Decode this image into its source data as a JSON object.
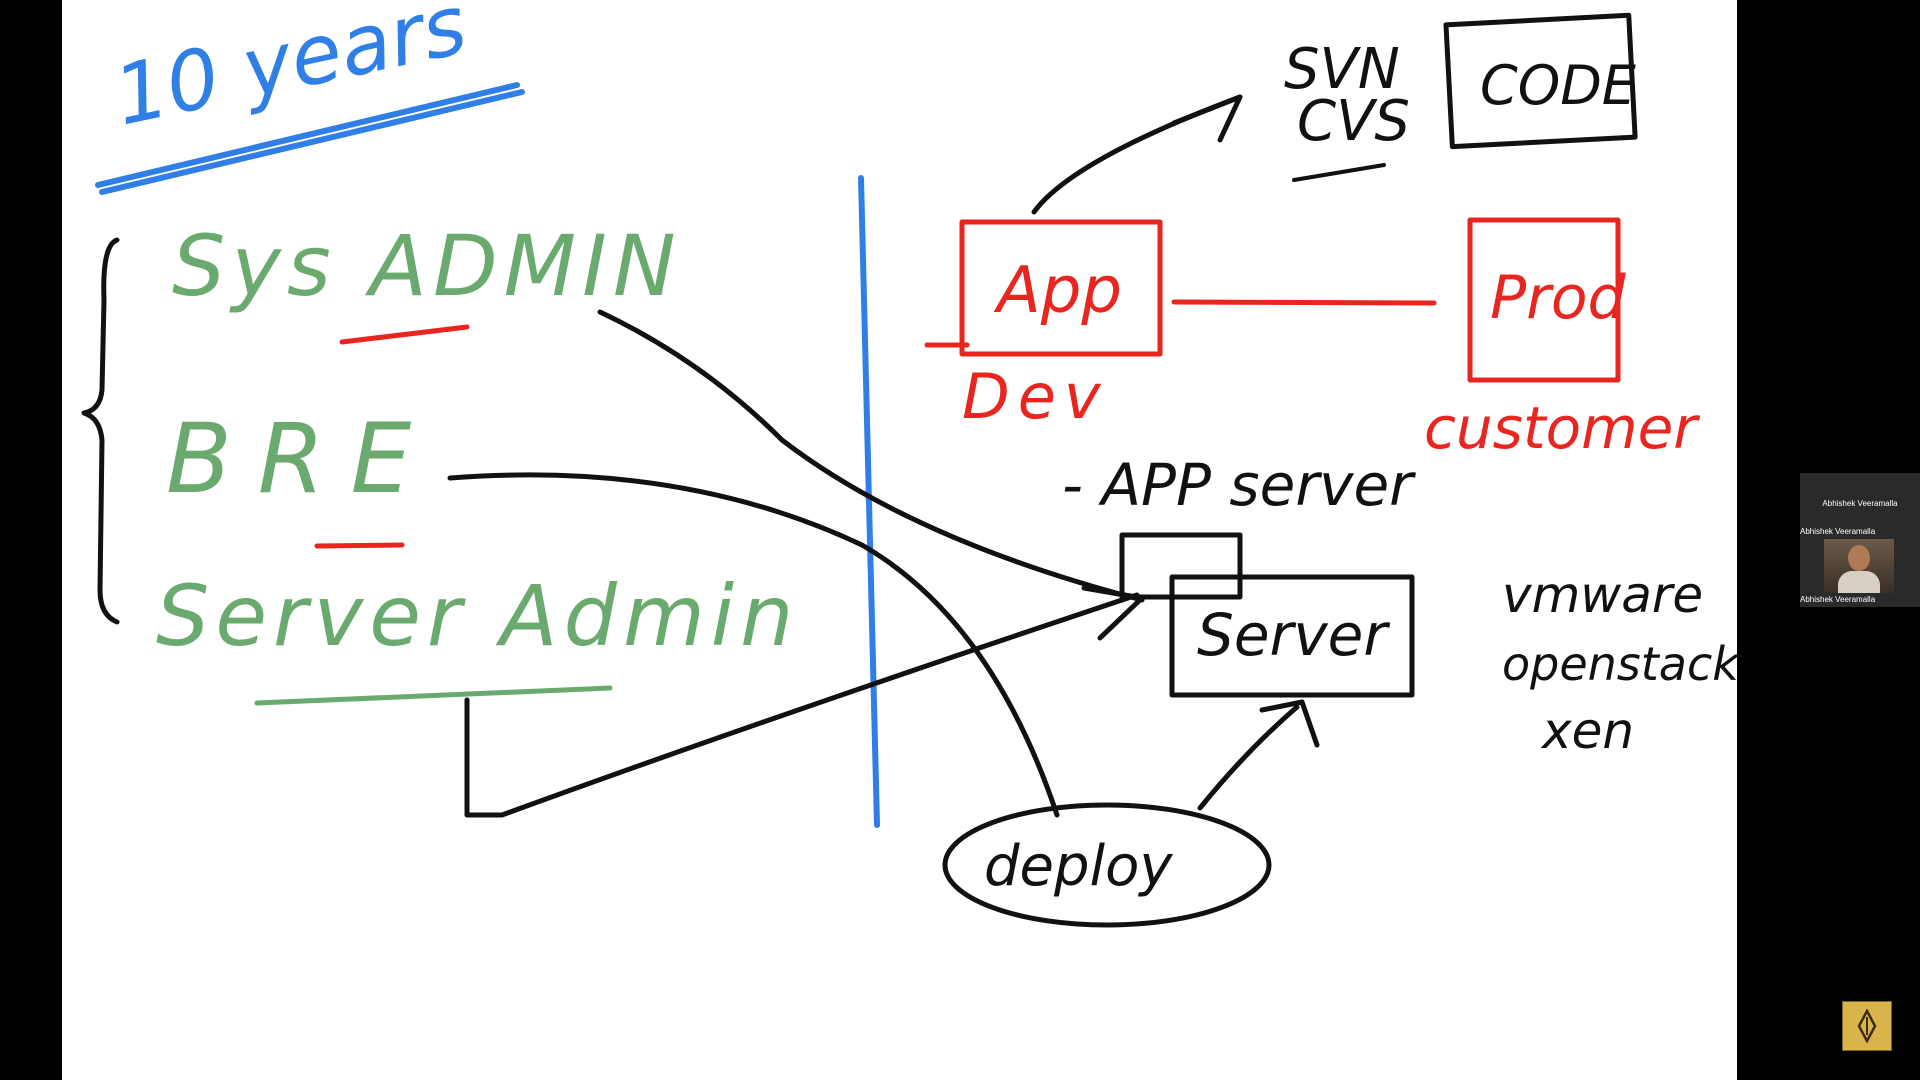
{
  "whiteboard": {
    "title": "10 years",
    "roles": [
      "Sys ADMIN",
      "BRE",
      "Server Admin"
    ],
    "top_right": {
      "svn_label": "SVN",
      "cvs_label": "CVS",
      "code_label": "CODE",
      "app_label": "App",
      "prod_label": "Prod",
      "dev_label": "Dev",
      "customer_label": "customer"
    },
    "app_server_label": "- APP server",
    "server_label": "Server",
    "virtualization": [
      "vmware",
      "openstack",
      "xen"
    ],
    "deploy_label": "deploy"
  },
  "participant": {
    "name": "Abhishek Veeramalla"
  },
  "colors": {
    "title": "#2f7fe6",
    "roles": "#6aaa6e",
    "underline_red": "#e8261f",
    "red": "#e8261f",
    "ink": "#111111",
    "divider": "#2f7fe6"
  },
  "icons": {
    "badge": "diamond-logo-icon"
  }
}
